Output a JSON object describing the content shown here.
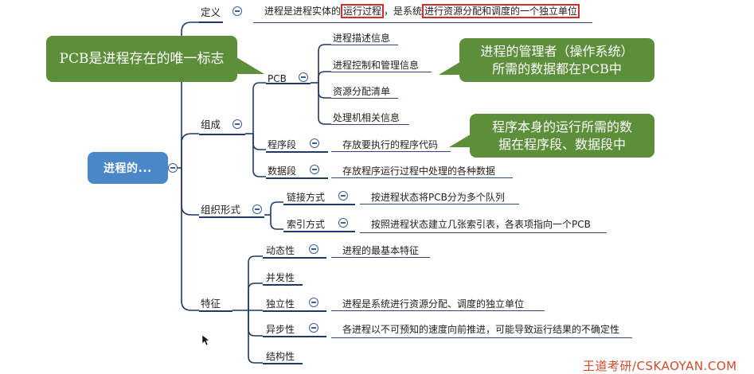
{
  "root": {
    "label": "进程的..."
  },
  "branches": {
    "definition": {
      "label": "定义",
      "text_pre": "进程是进程实体的",
      "text_hl1": "运行过程",
      "text_mid": "，是系统",
      "text_hl2": "进行资源分配和调度的一个独立单位"
    },
    "composition": {
      "label": "组成",
      "pcb": {
        "label": "PCB",
        "items": [
          "进程描述信息",
          "进程控制和管理信息",
          "资源分配清单",
          "处理机相关信息"
        ]
      },
      "program_segment": {
        "label": "程序段",
        "desc": "存放要执行的程序代码"
      },
      "data_segment": {
        "label": "数据段",
        "desc": "存放程序运行过程中处理的各种数据"
      }
    },
    "organization": {
      "label": "组织形式",
      "link": {
        "label": "链接方式",
        "desc": "按进程状态将PCB分为多个队列"
      },
      "index": {
        "label": "索引方式",
        "desc": "按照进程状态建立几张索引表，各表项指向一个PCB"
      }
    },
    "features": {
      "label": "特征",
      "dynamic": {
        "label": "动态性",
        "desc": "进程的最基本特征"
      },
      "concurrent": {
        "label": "并发性"
      },
      "independent": {
        "label": "独立性",
        "desc": "进程是系统进行资源分配、调度的独立单位"
      },
      "asynchronous": {
        "label": "异步性",
        "desc": "各进程以不可预知的速度向前推进，可能导致运行结果的不确定性"
      },
      "structural": {
        "label": "结构性"
      }
    }
  },
  "callouts": {
    "pcb_unique": "PCB是进程存在的唯一标志",
    "manager_data_line1": "进程的管理者（操作系统）",
    "manager_data_line2": "所需的数据都在PCB中",
    "program_data_line1": "程序本身的运行所需的数",
    "program_data_line2": "据在程序段、数据段中"
  },
  "watermark": "王道考研/CSKAOYAN.COM",
  "colors": {
    "root": "#4a86c8",
    "callout": "#5d8e3a",
    "highlight": "#d42c2c",
    "line": "#1f3a66",
    "watermark": "#d44a2a"
  }
}
